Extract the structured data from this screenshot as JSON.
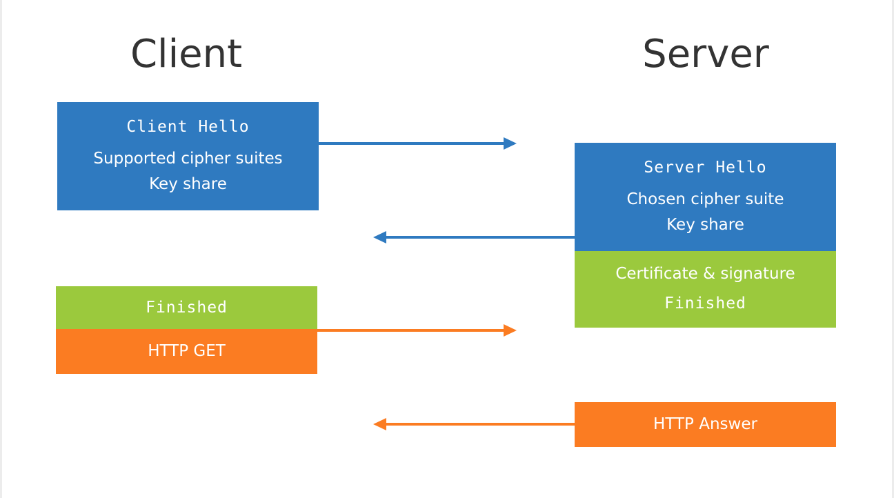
{
  "client": {
    "heading": "Client",
    "hello": {
      "title": "Client Hello",
      "line1": "Supported cipher suites",
      "line2": "Key share"
    },
    "finished": "Finished",
    "http_get": "HTTP GET"
  },
  "server": {
    "heading": "Server",
    "hello": {
      "title": "Server Hello",
      "line1": "Chosen cipher suite",
      "line2": "Key share"
    },
    "certificate": "Certificate & signature",
    "finished": "Finished",
    "http_answer": "HTTP Answer"
  },
  "colors": {
    "handshake": "#2f7ac0",
    "finished": "#9bc93d",
    "http": "#fb7c22"
  }
}
